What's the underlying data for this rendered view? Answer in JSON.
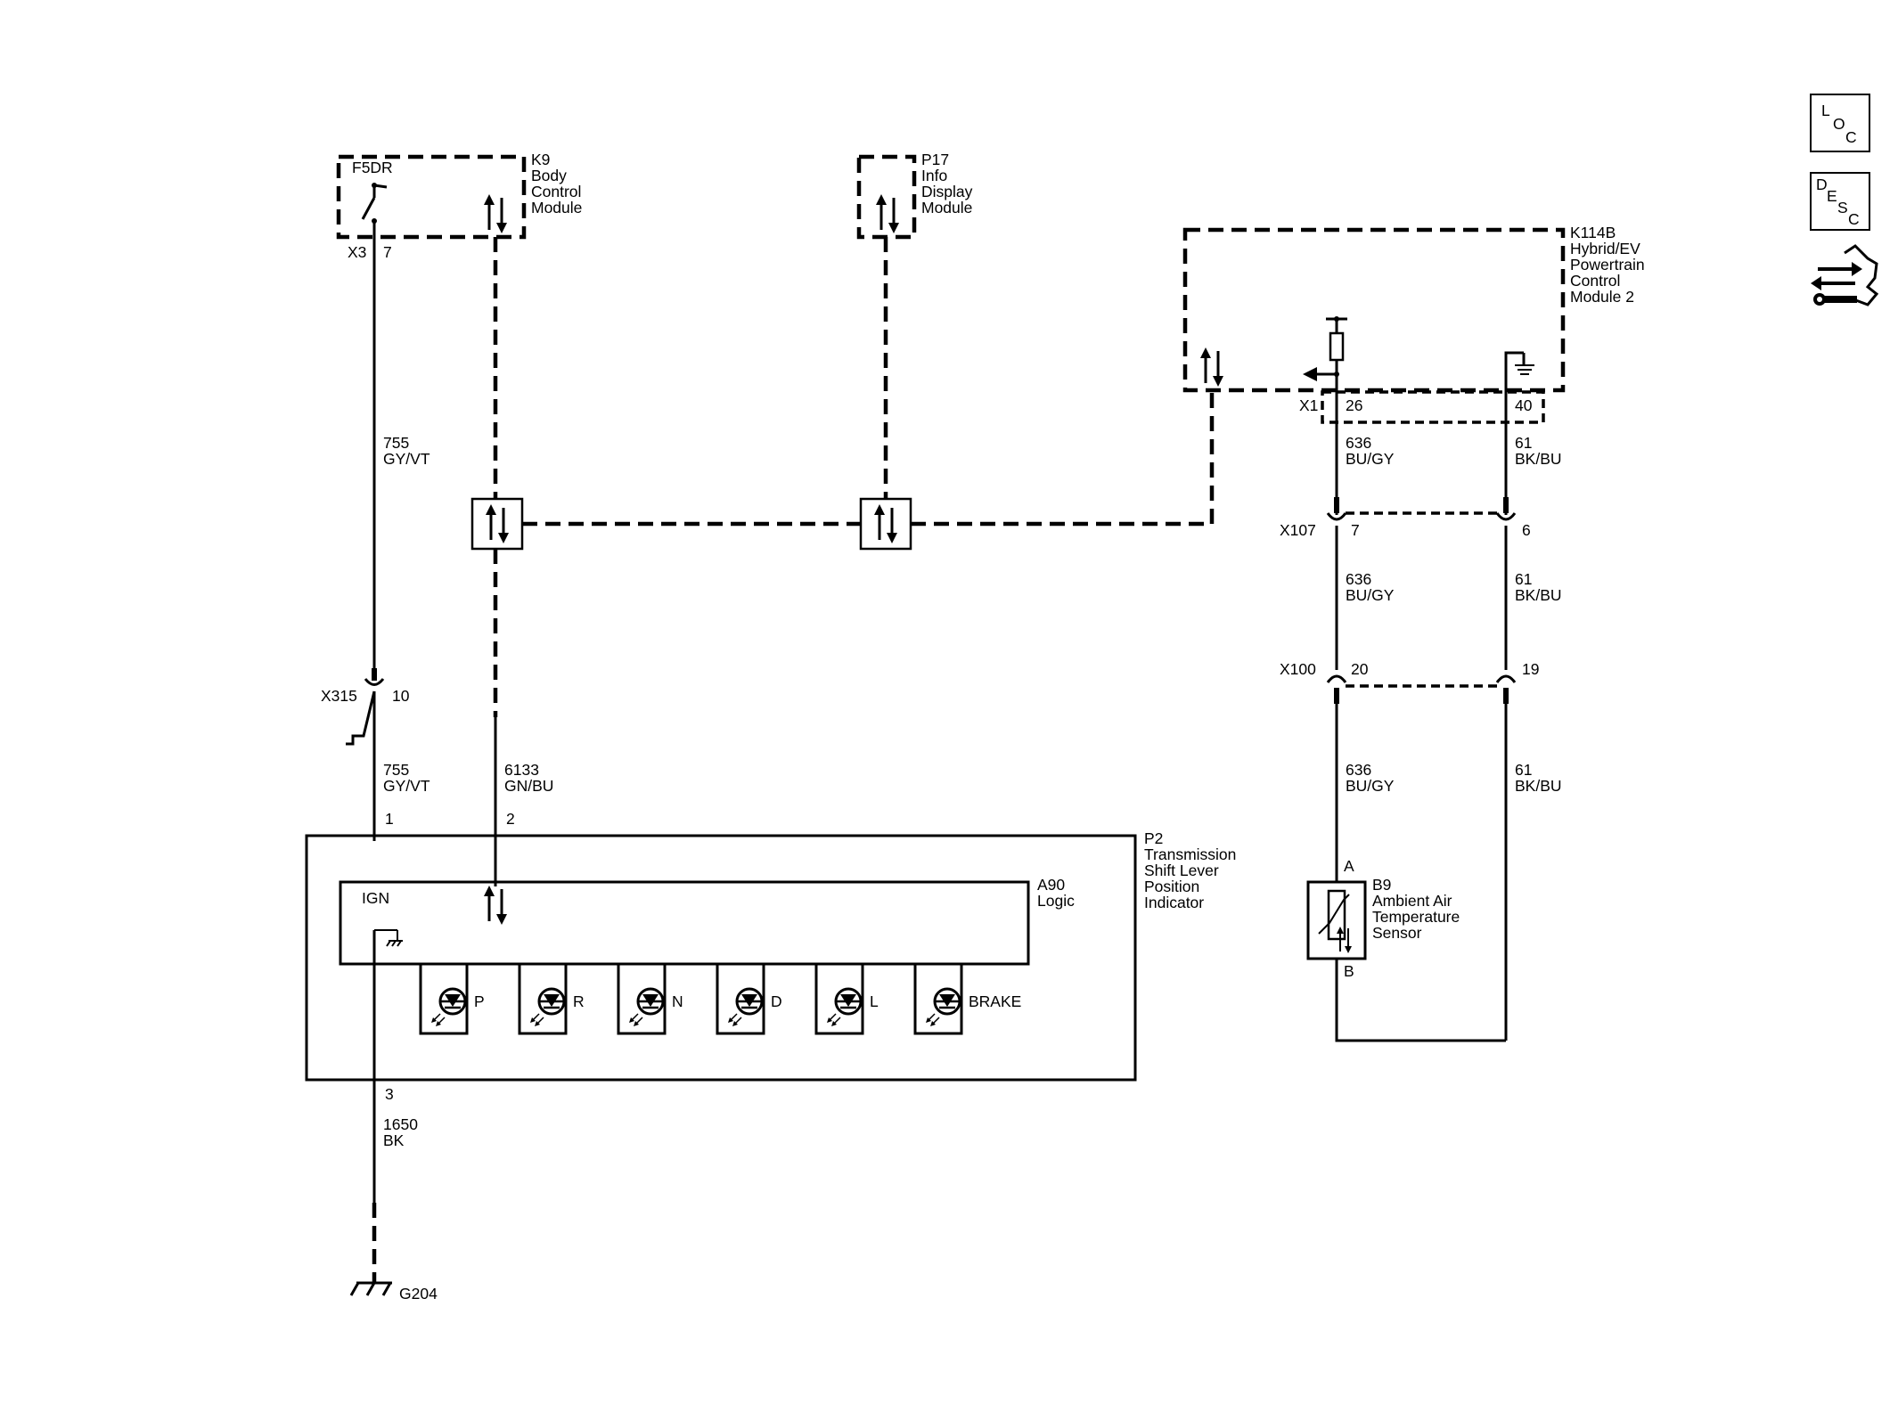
{
  "bcm": {
    "id": "K9",
    "line1": "Body",
    "line2": "Control",
    "line3": "Module",
    "fuse": "F5DR",
    "conn": "X3",
    "pin": "7"
  },
  "info": {
    "id": "P17",
    "line1": "Info",
    "line2": "Display",
    "line3": "Module"
  },
  "pcm": {
    "id": "K114B",
    "line1": "Hybrid/EV",
    "line2": "Powertrain",
    "line3": "Control",
    "line4": "Module 2",
    "conn": "X1",
    "pin_a": "26",
    "pin_b": "40"
  },
  "wire755": {
    "circuit": "755",
    "color": "GY/VT"
  },
  "x315": {
    "conn": "X315",
    "pin": "10"
  },
  "wire6133": {
    "circuit": "6133",
    "color": "GN/BU"
  },
  "p2": {
    "id": "P2",
    "line1": "Transmission",
    "line2": "Shift Lever",
    "line3": "Position",
    "line4": "Indicator",
    "pin1": "1",
    "pin2": "2",
    "pin3": "3"
  },
  "a90": {
    "id": "A90",
    "line1": "Logic",
    "ign": "IGN"
  },
  "leds": [
    "P",
    "R",
    "N",
    "D",
    "L",
    "BRAKE"
  ],
  "wire1650": {
    "circuit": "1650",
    "color": "BK"
  },
  "ground": {
    "id": "G204"
  },
  "wire636": {
    "circuit": "636",
    "color": "BU/GY"
  },
  "wire61": {
    "circuit": "61",
    "color": "BK/BU"
  },
  "x107": {
    "conn": "X107",
    "pin_a": "7",
    "pin_b": "6"
  },
  "x100": {
    "conn": "X100",
    "pin_a": "20",
    "pin_b": "19"
  },
  "b9": {
    "id": "B9",
    "line1": "Ambient Air",
    "line2": "Temperature",
    "line3": "Sensor",
    "pin_a": "A",
    "pin_b": "B"
  },
  "nav": {
    "loc": {
      "l1": "L",
      "l2": "O",
      "l3": "C"
    },
    "desc": {
      "l1": "D",
      "l2": "E",
      "l3": "S",
      "l4": "C"
    }
  }
}
